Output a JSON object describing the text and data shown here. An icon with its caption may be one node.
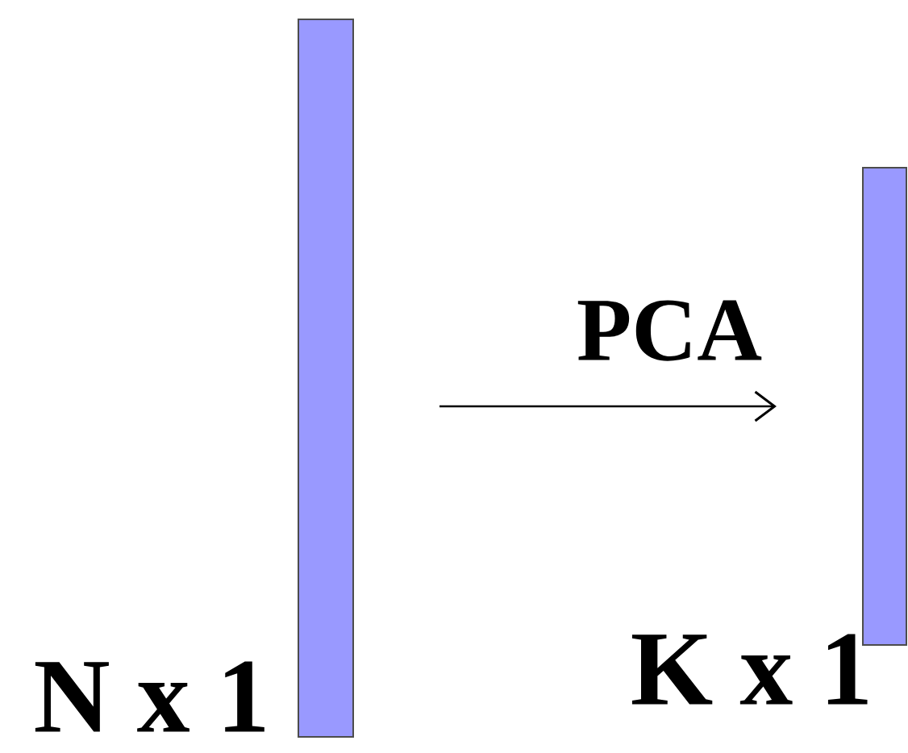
{
  "diagram": {
    "nodes": [
      {
        "text": [],
        "shape": "bar",
        "beside": [
          "N x 1"
        ]
      },
      {
        "text": [],
        "shape": "bar",
        "beside": [
          "K x 1"
        ]
      }
    ],
    "edges": [
      {
        "from": 0,
        "to": 1,
        "arrow": "to",
        "label": "PCA"
      }
    ]
  }
}
